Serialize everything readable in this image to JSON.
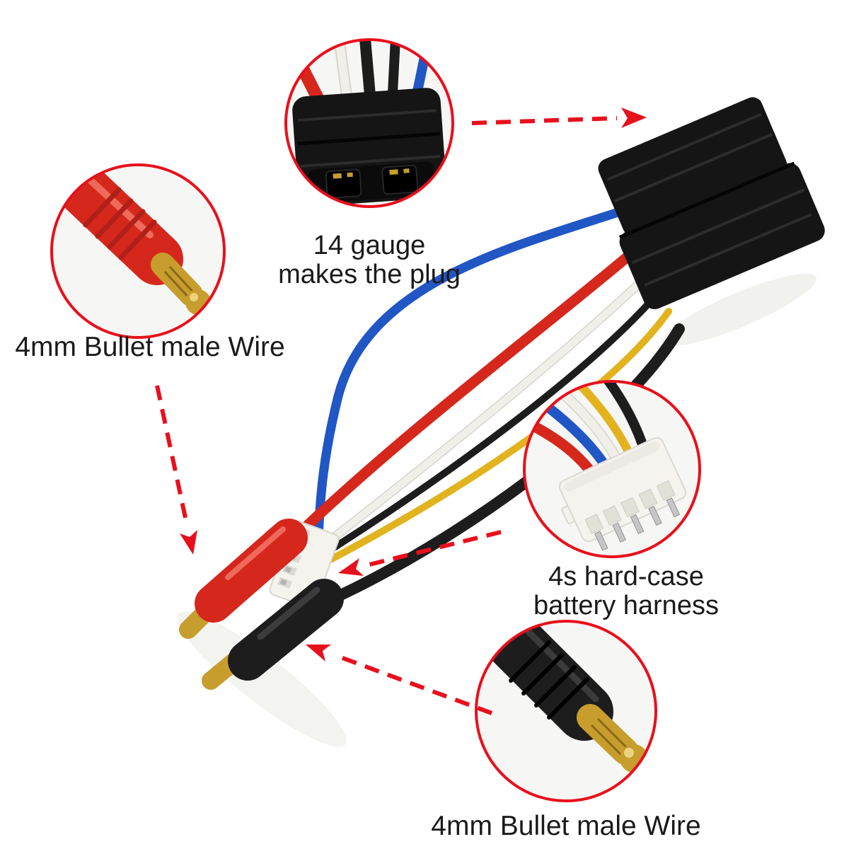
{
  "page": {
    "background": "#ffffff"
  },
  "labels": {
    "plug_gauge": {
      "line1": "14 gauge",
      "line2": "makes the plug"
    },
    "bullet_left": "4mm Bullet male Wire",
    "harness": {
      "line1": "4s hard-case",
      "line2": "battery harness"
    },
    "bullet_bottom": "4mm Bullet male Wire"
  },
  "colors": {
    "page_bg": "#ffffff",
    "accent_red": "#e8101c",
    "text": "#1a1a1a",
    "photo_bg": "#f6f6f4",
    "wire_red": "#d6271d",
    "wire_blue": "#2156c5",
    "wire_yellow": "#e2b31e",
    "wire_white": "#f1efe9",
    "wire_black": "#1d1d1d",
    "connector_black": "#151515",
    "connector_white": "#f5f3ee",
    "gold": "#c79d2e",
    "gold_dark": "#8a6a15",
    "gold_light": "#ecd27c"
  }
}
